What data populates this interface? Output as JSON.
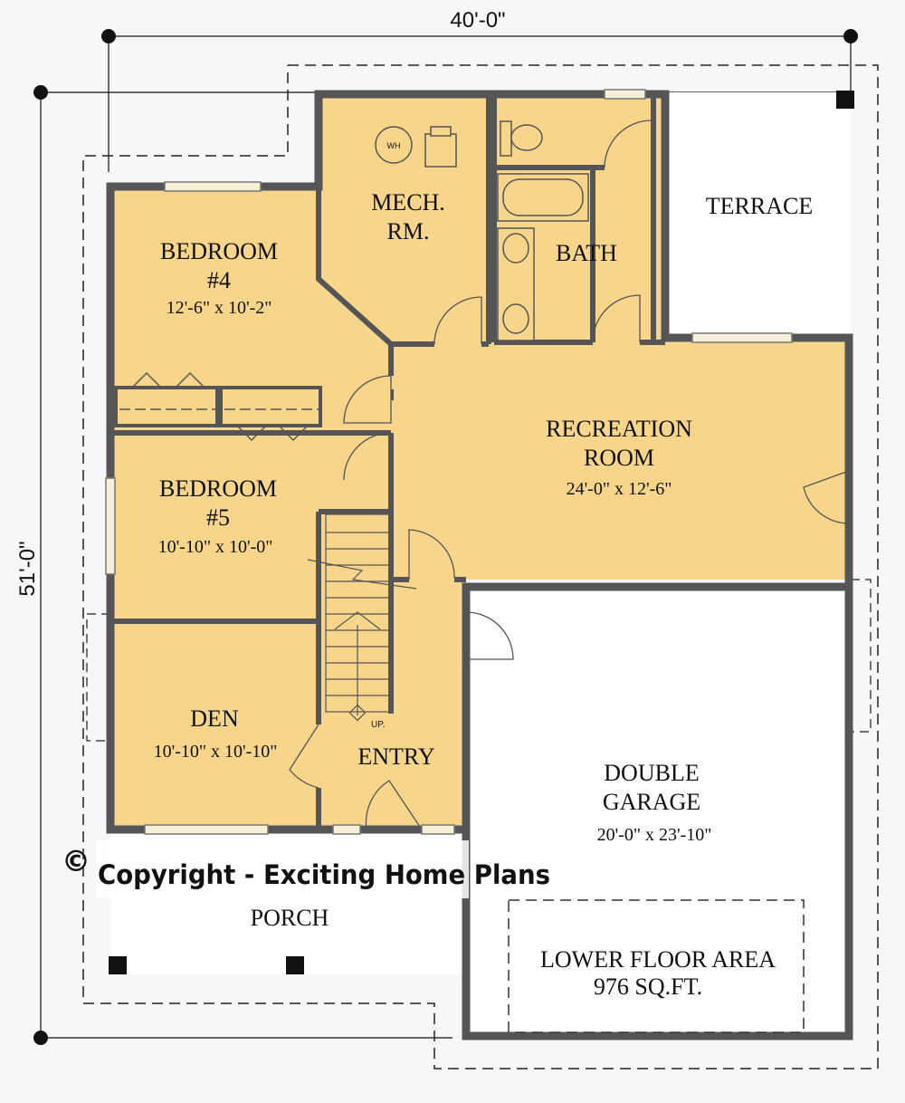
{
  "dimensions": {
    "width_label": "40'-0\"",
    "depth_label": "51'-0\""
  },
  "rooms": {
    "mech": {
      "name": "MECH.",
      "name2": "RM.",
      "wh": "WH"
    },
    "bath": {
      "name": "BATH"
    },
    "terrace": {
      "name": "TERRACE"
    },
    "bedroom4": {
      "name": "BEDROOM",
      "number": "#4",
      "size": "12'-6\" x 10'-2\""
    },
    "bedroom5": {
      "name": "BEDROOM",
      "number": "#5",
      "size": "10'-10\" x 10'-0\""
    },
    "recreation": {
      "name": "RECREATION",
      "name2": "ROOM",
      "size": "24'-0\" x 12'-6\""
    },
    "den": {
      "name": "DEN",
      "size": "10'-10\" x 10'-10\""
    },
    "entry": {
      "name": "ENTRY",
      "stair": "UP."
    },
    "garage": {
      "name": "DOUBLE",
      "name2": "GARAGE",
      "size": "20'-0\" x 23'-10\""
    },
    "porch": {
      "name": "PORCH"
    }
  },
  "area": {
    "label": "LOWER FLOOR AREA",
    "value": "976 SQ.FT."
  },
  "copyright": {
    "symbol": "©",
    "text": "Copyright - Exciting Home Plans"
  },
  "colors": {
    "room_fill": "#f7d58a",
    "wall": "#555555",
    "background": "#f7f7f9"
  }
}
